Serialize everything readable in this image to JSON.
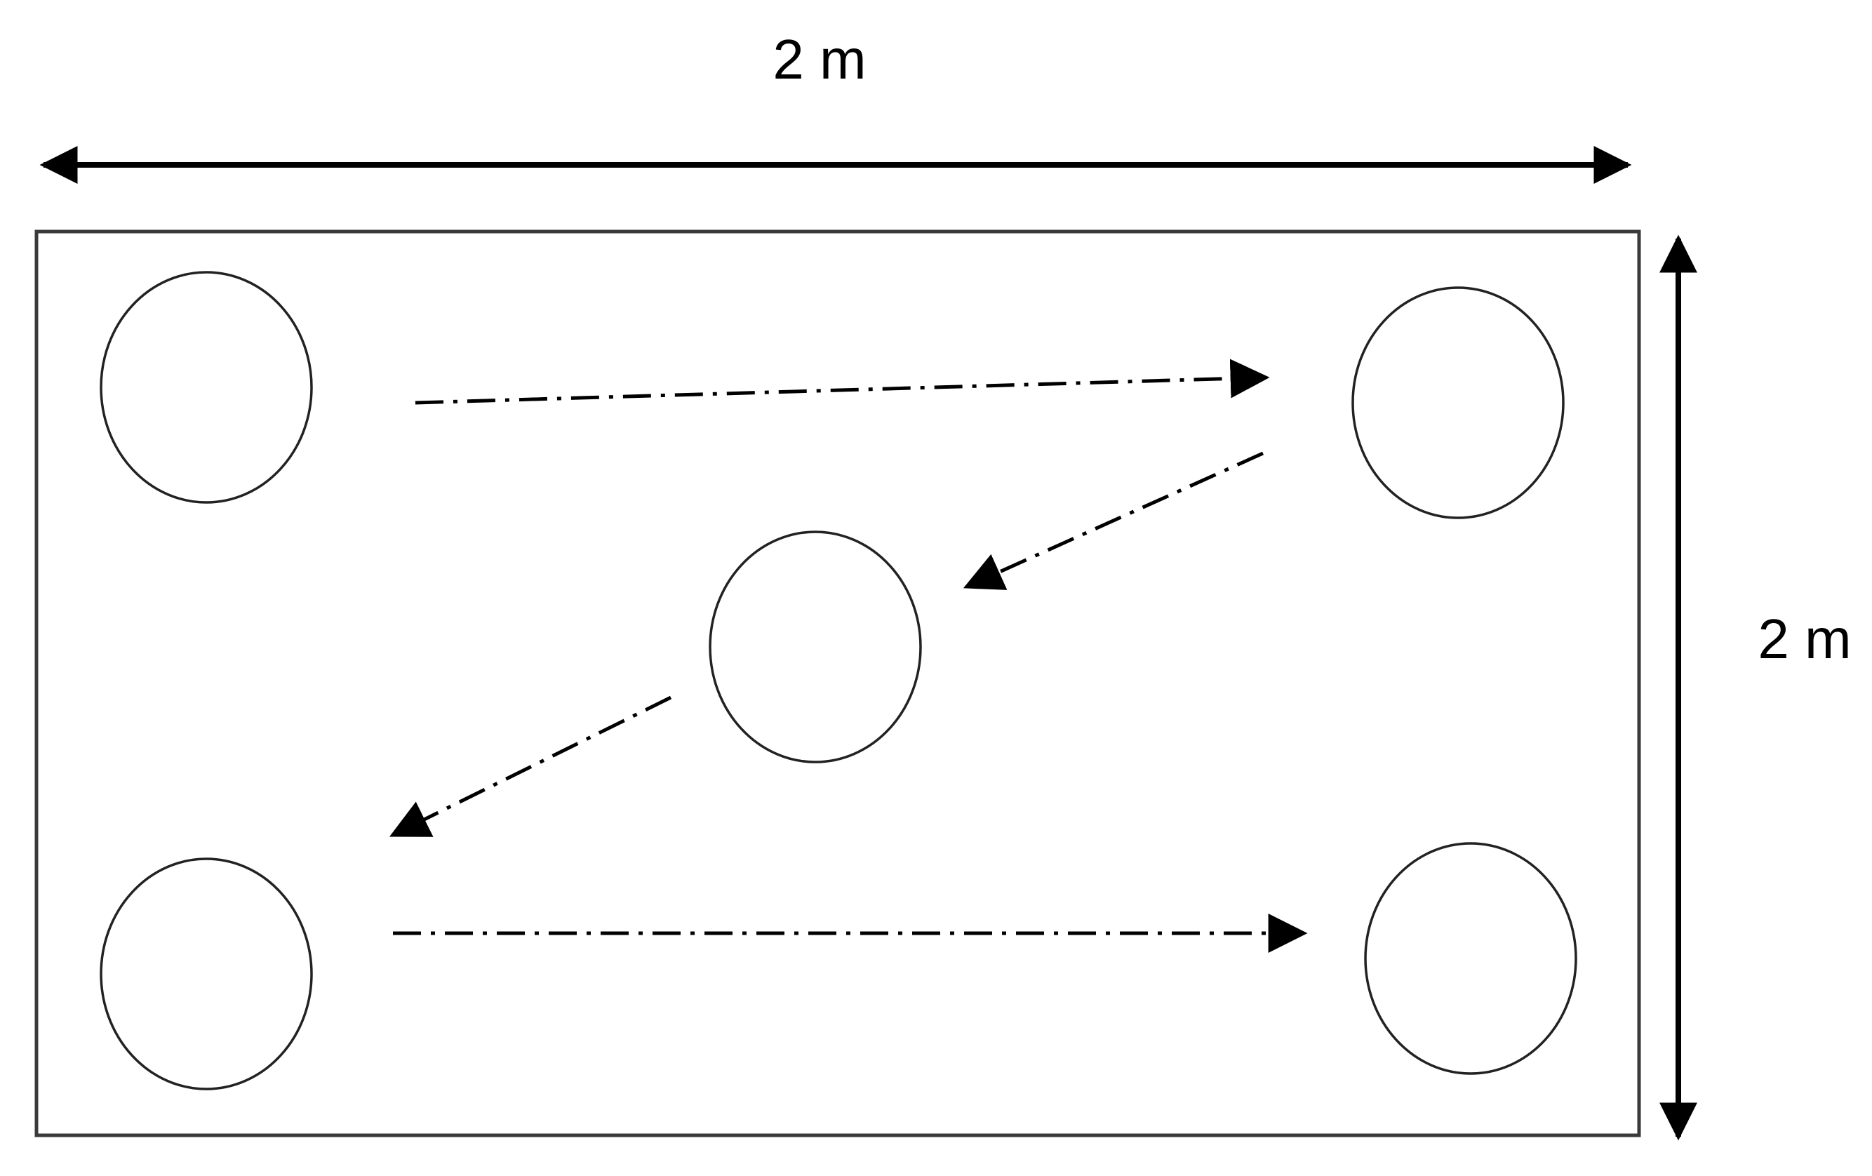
{
  "dimensions": {
    "width_label": "2 m",
    "height_label": "2 m"
  },
  "stations": [
    {
      "id": "top-left"
    },
    {
      "id": "top-right"
    },
    {
      "id": "center"
    },
    {
      "id": "bottom-left"
    },
    {
      "id": "bottom-right"
    }
  ],
  "path": [
    {
      "from": "top-left",
      "to": "top-right"
    },
    {
      "from": "top-right",
      "to": "center"
    },
    {
      "from": "center",
      "to": "bottom-left"
    },
    {
      "from": "bottom-left",
      "to": "bottom-right"
    }
  ],
  "colors": {
    "stroke": "#000000",
    "background": "#ffffff"
  }
}
